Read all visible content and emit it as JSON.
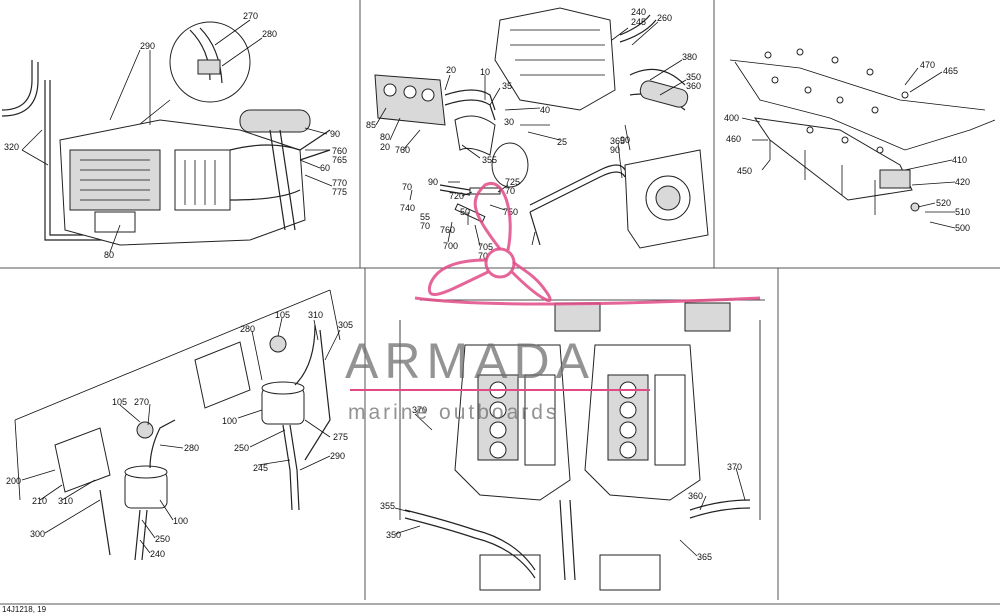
{
  "diagram_code": "14J1218, 19",
  "watermark": {
    "brand": "ARMADA",
    "subtitle": "marine outboards",
    "color": "#e24a86"
  },
  "callouts": {
    "p1": [
      "270",
      "280",
      "290",
      "320",
      "90",
      "760",
      "765",
      "60",
      "770",
      "775",
      "80"
    ],
    "p2": [
      "240",
      "245",
      "260",
      "380",
      "350",
      "360",
      "20",
      "10",
      "35",
      "40",
      "30",
      "25",
      "90",
      "85",
      "80",
      "20",
      "760",
      "355",
      "365",
      "90",
      "70",
      "740",
      "90",
      "720",
      "725",
      "70",
      "50",
      "55",
      "70",
      "760",
      "750",
      "700",
      "705",
      "70"
    ],
    "p3": [
      "470",
      "465",
      "400",
      "460",
      "410",
      "420",
      "450",
      "520",
      "510",
      "500"
    ],
    "p4": [
      "105",
      "310",
      "305",
      "280",
      "100",
      "250",
      "275",
      "245",
      "290",
      "105",
      "270",
      "280",
      "200",
      "210",
      "310",
      "100",
      "300",
      "250",
      "240"
    ],
    "p5": [
      "370",
      "355",
      "350",
      "370",
      "360",
      "365"
    ]
  }
}
